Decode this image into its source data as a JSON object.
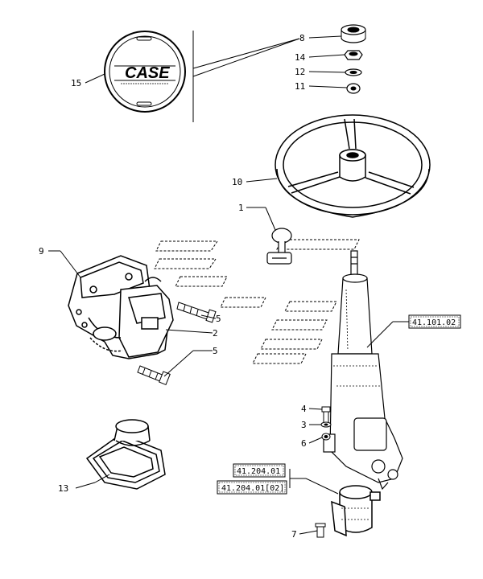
{
  "logo": {
    "brand_text": "CASE"
  },
  "callouts": {
    "c15": "15",
    "c8": "8",
    "c14": "14",
    "c12": "12",
    "c11": "11",
    "c10": "10",
    "c1a": "1",
    "c9": "9",
    "c5a": "5",
    "c2": "2",
    "c5b": "5",
    "c4": "4",
    "c3": "3",
    "c6": "6",
    "c13": "13",
    "c7": "7"
  },
  "refs": {
    "ref_column": "41.101.02",
    "ref_valve_a": "41.204.01",
    "ref_valve_b": "41.204.01[02]"
  }
}
